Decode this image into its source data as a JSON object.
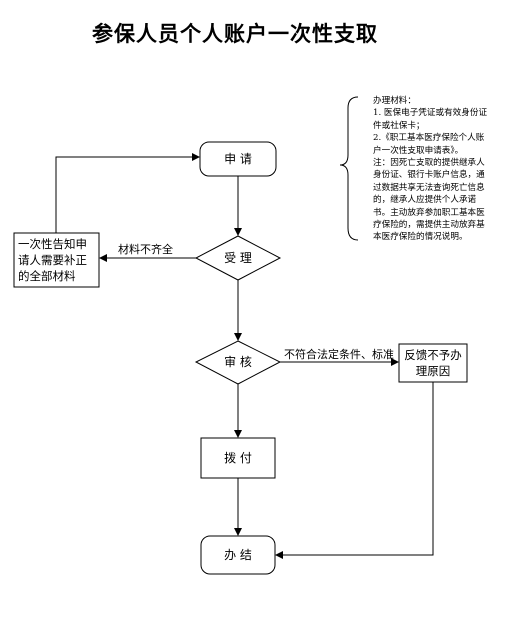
{
  "title": "参保人员个人账户一次性支取",
  "nodes": {
    "apply": "申 请",
    "accept": "受 理",
    "review": "审 核",
    "pay": "拨 付",
    "done": "办 结",
    "notify": "一次性告知申请人需要补正的全部材料",
    "reject": "反馈不予办理原因"
  },
  "edges": {
    "incomplete": "材料不齐全",
    "not_compliant": "不符合法定条件、标准"
  },
  "materials": {
    "heading": "办理材料：",
    "item1": "1. 医保电子凭证或有效身份证件或社保卡；",
    "item2": "2.《职工基本医疗保险个人账户一次性支取申请表》。",
    "note": "注：因死亡支取的提供继承人身份证、银行卡账户信息，通过数据共享无法查询死亡信息的，继承人应提供个人承诺书。主动放弃参加职工基本医疗保险的，需提供主动放弃基本医疗保险的情况说明。"
  }
}
